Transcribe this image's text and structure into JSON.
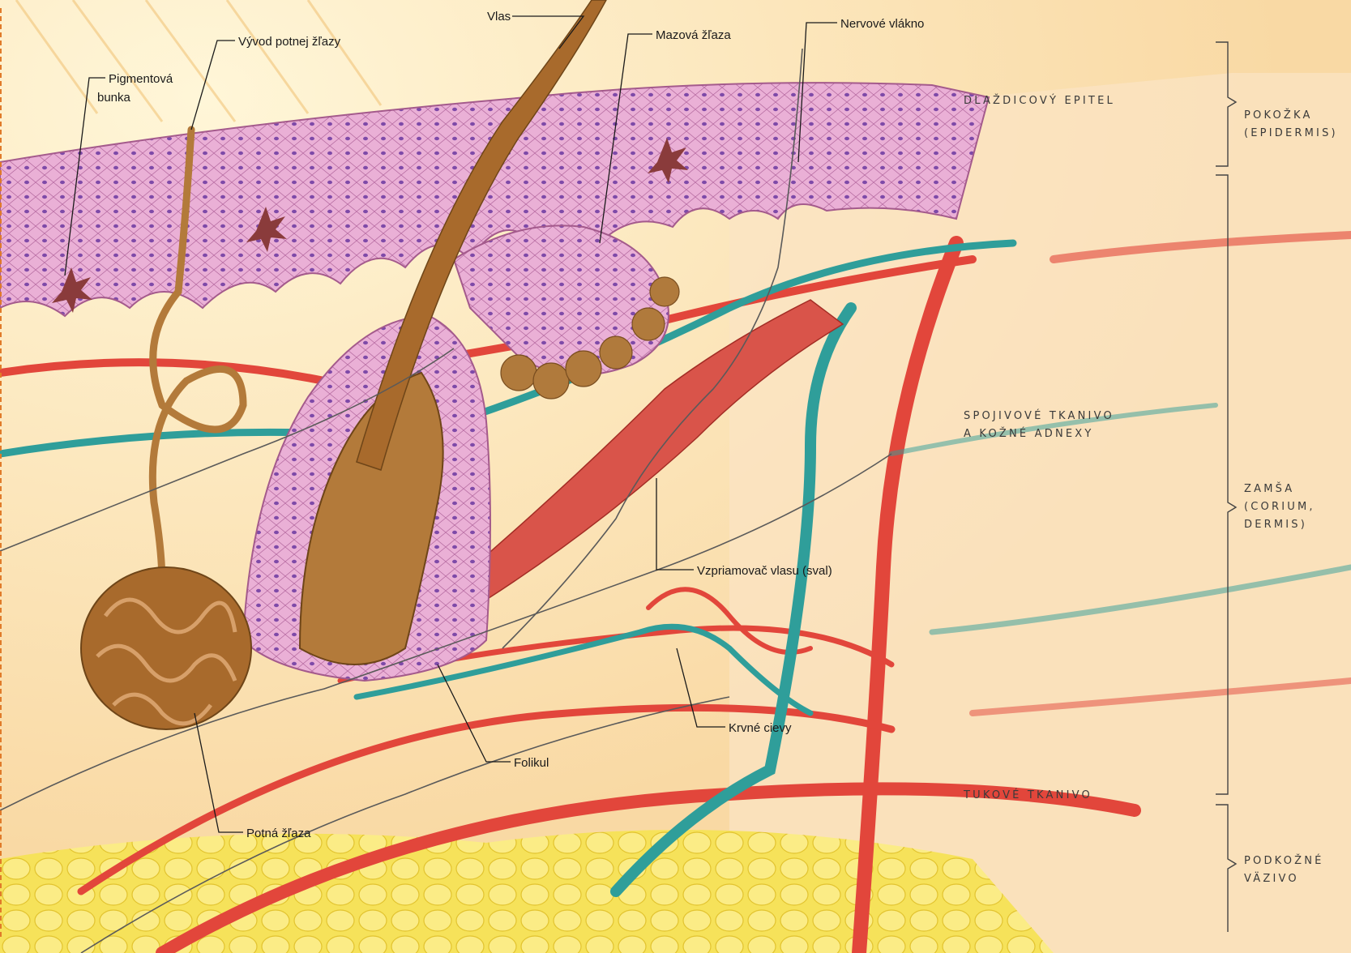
{
  "labels": {
    "vlas": "Vlas",
    "vyvod_potnej_zlazy": "Vývod potnej žľazy",
    "mazova_zlaza": "Mazová žľaza",
    "nervove_vlakno": "Nervové vlákno",
    "pigmentova_bunka_1": "Pigmentová",
    "pigmentova_bunka_2": "bunka",
    "vzpriamovac_vlasu": "Vzpriamovač vlasu (sval)",
    "krvne_cievy": "Krvné cievy",
    "folikul": "Folikul",
    "potna_zlaza": "Potná žľaza"
  },
  "layer_captions": {
    "dlazdicovy_epitel": "DLAŽDICOVÝ EPITEL",
    "spojivove_1": "SPOJIVOVÉ TKANIVO",
    "spojivove_2": "A KOŽNÉ ADNEXY",
    "tukove_tkanivo": "TUKOVÉ TKANIVO"
  },
  "brackets": {
    "pokozka_1": "POKOŽKA",
    "pokozka_2": "(EPIDERMIS)",
    "zamsa_1": "ZAMŠA",
    "zamsa_2": "(CORIUM,",
    "zamsa_3": "DERMIS)",
    "podkozne_1": "PODKOŽNÉ",
    "podkozne_2": "VÄZIVO"
  },
  "colors": {
    "background": "#fdf3dc",
    "epidermis": "#e8a9d2",
    "artery": "#e2463b",
    "vein": "#2f9e9a",
    "hair": "#a86a2c",
    "fat": "#f4e04a",
    "frame": "#e07b2a"
  }
}
